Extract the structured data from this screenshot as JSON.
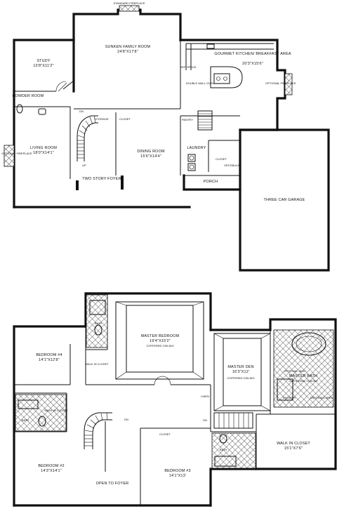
{
  "first_floor": {
    "rooms": {
      "fireplace_top": "STANDARD FIREPLACE",
      "family_room": {
        "name": "SUNKEN FAMILY ROOM",
        "dims": "24'8\"X17'8\""
      },
      "study": {
        "name": "STUDY",
        "dims": "13'8\"X11'2\""
      },
      "kitchen": {
        "name": "GOURMET KITCHEN/ BREAKFAST AREA",
        "dims": "20'3\"X15'6\""
      },
      "powder_room": "POWDER ROOM",
      "living_room": {
        "name": "LIVING ROOM",
        "dims": "18'0\"X14'1\""
      },
      "dining_room": {
        "name": "DINING ROOM",
        "dims": "15'6\"X14'4\""
      },
      "foyer": "TWO STORY FOYER",
      "garage": "THREE CAR GARAGE",
      "laundry": "LAUNDRY",
      "closet": "CLOSET",
      "porch": "PORCH",
      "pantry": "PANTRY",
      "storage": "STORAGE",
      "vestibule": "VESTIBULE",
      "optional_fireplace": "OPTIONAL FIREPLACE",
      "double_oven": "DOUBLE WALL OVEN",
      "ref_space": "REF. SPACE"
    },
    "marks": {
      "dn": "DN",
      "up": "UP"
    }
  },
  "second_floor": {
    "rooms": {
      "master_bedroom": {
        "name": "MASTER BEDROOM",
        "dims": "19'4\"X15'2\"",
        "ceiling": "COFFERED CEILING"
      },
      "master_den": {
        "name": "MASTER DEN",
        "dims": "16'3\"X12'",
        "ceiling": "COFFERED CEILING"
      },
      "master_bath": {
        "name": "MASTER BATH",
        "note": "CATHEDRAL CEILING"
      },
      "bedroom4": {
        "name": "BEDROOM #4",
        "dims": "14'1\"X12'8\""
      },
      "bedroom2": {
        "name": "BEDROOM #2",
        "dims": "14'3\"X14'1\""
      },
      "bedroom3": {
        "name": "BEDROOM #3",
        "dims": "14'1\"X13'"
      },
      "walk_in_closet_master": {
        "name": "WALK IN CLOSET",
        "dims": "15'1\"X7'6\""
      },
      "walk_in_closet_b4": "WALK IN CLOSET",
      "walk_in_closet_b2": "WALK IN CLOSET",
      "bath": "BATH",
      "open_to_foyer": "OPEN TO FOYER",
      "closet": "CLOSET",
      "linen": "LINEN",
      "shower": "SHOWER",
      "dressing_area": "DRESSING AREA",
      "optional_seat": "OPTIONAL SEAT"
    },
    "marks": {
      "dn": "DN"
    }
  }
}
